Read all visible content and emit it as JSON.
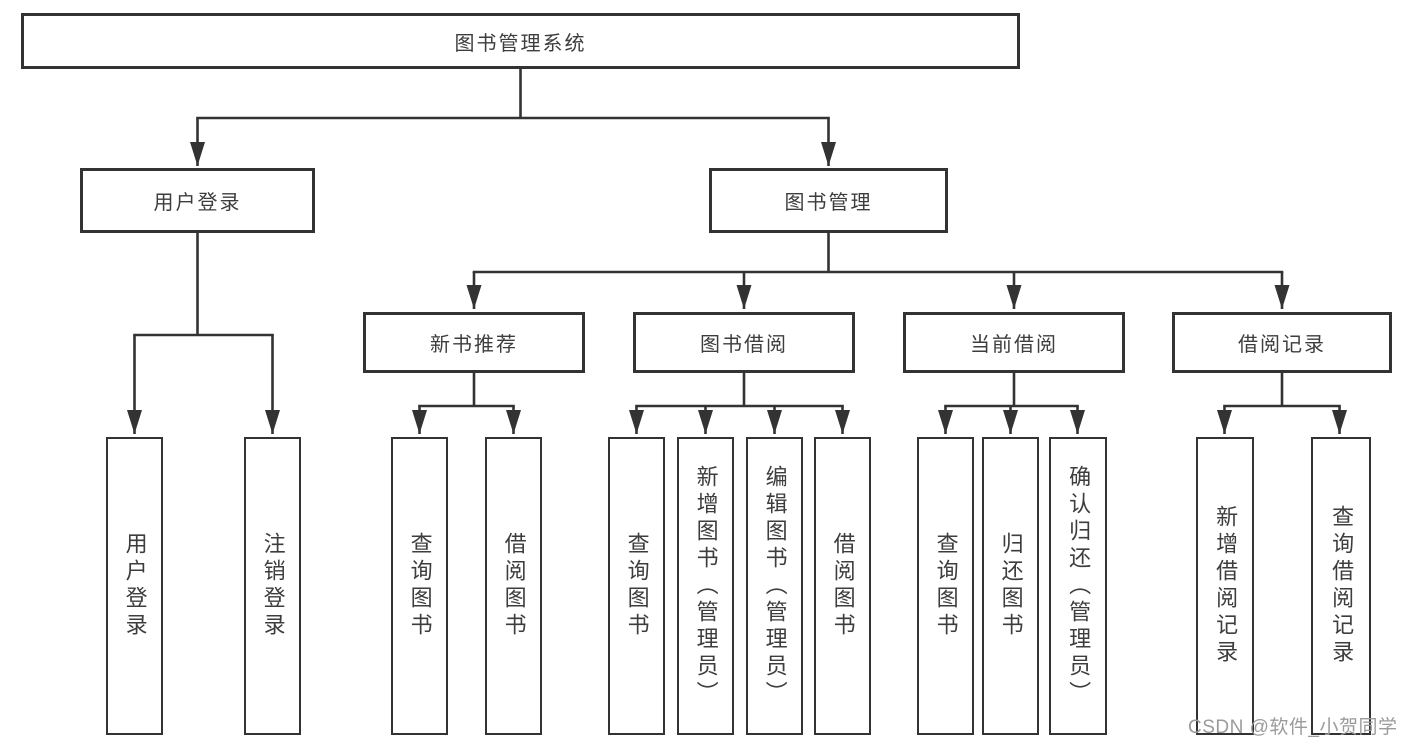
{
  "diagram": {
    "tree": {
      "label": "图书管理系统",
      "children": [
        {
          "label": "用户登录",
          "children": [
            {
              "label": "用户登录"
            },
            {
              "label": "注销登录"
            }
          ]
        },
        {
          "label": "图书管理",
          "children": [
            {
              "label": "新书推荐",
              "children": [
                {
                  "label": "查询图书"
                },
                {
                  "label": "借阅图书"
                }
              ]
            },
            {
              "label": "图书借阅",
              "children": [
                {
                  "label": "查询图书"
                },
                {
                  "label": "新增图书（管理员）"
                },
                {
                  "label": "编辑图书（管理员）"
                },
                {
                  "label": "借阅图书"
                }
              ]
            },
            {
              "label": "当前借阅",
              "children": [
                {
                  "label": "查询图书"
                },
                {
                  "label": "归还图书"
                },
                {
                  "label": "确认归还（管理员）"
                }
              ]
            },
            {
              "label": "借阅记录",
              "children": [
                {
                  "label": "新增借阅记录"
                },
                {
                  "label": "查询借阅记录"
                }
              ]
            }
          ]
        }
      ]
    }
  },
  "watermark": {
    "text": "CSDN @软件_小贺同学"
  },
  "colors": {
    "line": "#333333",
    "box_border": "#333333",
    "text": "#3d3d3d",
    "watermark": "#9b9b9b",
    "background": "#ffffff"
  }
}
